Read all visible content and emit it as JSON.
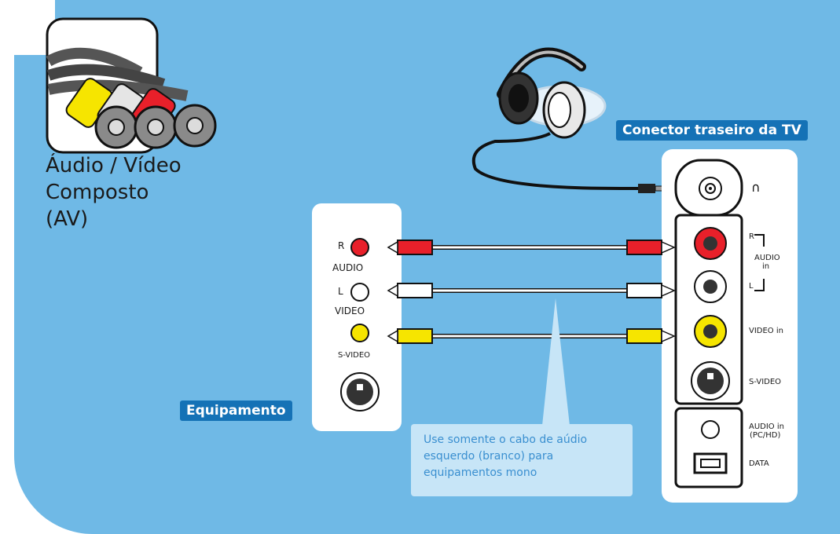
{
  "thumbnail": {
    "caption_lines": [
      "Áudio / Vídeo",
      "Composto",
      "(AV)"
    ]
  },
  "labels": {
    "tv_rear": "Conector traseiro da TV",
    "equipment": "Equipamento"
  },
  "equipment_jacks": {
    "r": "R",
    "audio": "AUDIO",
    "l": "L",
    "video": "VIDEO",
    "svideo": "S-VIDEO"
  },
  "tv_jacks": {
    "r": "R",
    "audio_in_1": "AUDIO",
    "audio_in_2": "in",
    "l": "L",
    "video_in": "VIDEO in",
    "svideo": "S-VIDEO",
    "audio_pc_1": "AUDIO in",
    "audio_pc_2": "(PC/HD)",
    "data": "DATA"
  },
  "note": {
    "lines": [
      "Use somente o cabo de aúdio",
      "esquerdo (branco) para",
      "equipamentos mono"
    ]
  },
  "colors": {
    "background": "#6fb9e6",
    "badge": "#1572b6",
    "red": "#e8202a",
    "white": "#ffffff",
    "yellow": "#f6e500",
    "note_bg": "#c7e5f7",
    "note_text": "#3a8fd0"
  },
  "icons": [
    "headphones-icon",
    "av-cable-plugs-icon",
    "headphone-jack-icon",
    "svideo-port-icon",
    "data-port-icon"
  ]
}
